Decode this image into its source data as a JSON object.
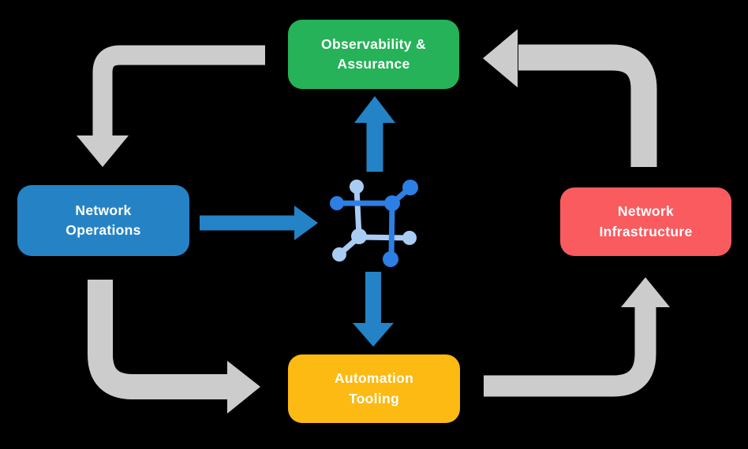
{
  "colors": {
    "background": "#000000",
    "box-green": "#25B258",
    "box-blue": "#2583C5",
    "box-red": "#F95B5F",
    "box-yellow": "#FCBA12",
    "arrow-gray": "#CCCCCC",
    "arrow-blue": "#2383C6",
    "icon-blue-dark": "#2C7FE4",
    "icon-blue-light": "#A9CCF4",
    "box-text": "#FFFFFF"
  },
  "diagram": {
    "boxes": {
      "observability": {
        "label": "Observability &\nAssurance"
      },
      "operations": {
        "label": "Network\nOperations"
      },
      "infrastructure": {
        "label": "Network\nInfrastructure"
      },
      "automation": {
        "label": "Automation\nTooling"
      }
    },
    "center_icon": "network-mesh-icon",
    "arrows": [
      {
        "from": "Observability & Assurance",
        "to": "Network Operations",
        "style": "gray-cycle"
      },
      {
        "from": "Network Operations",
        "to": "Automation Tooling",
        "style": "gray-cycle"
      },
      {
        "from": "Automation Tooling",
        "to": "Network Infrastructure",
        "style": "gray-cycle"
      },
      {
        "from": "Network Infrastructure",
        "to": "Observability & Assurance",
        "style": "gray-cycle"
      },
      {
        "from": "Network Operations",
        "to": "center-icon",
        "style": "blue"
      },
      {
        "from": "center-icon",
        "to": "Observability & Assurance",
        "style": "blue"
      },
      {
        "from": "center-icon",
        "to": "Automation Tooling",
        "style": "blue"
      }
    ]
  }
}
